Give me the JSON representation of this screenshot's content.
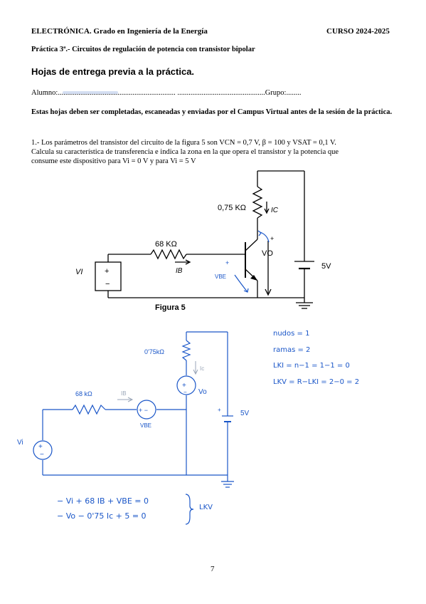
{
  "header": {
    "course_title": "ELECTRÓNICA. Grado en Ingeniería de la Energía",
    "course_year": "CURSO 2024-2025",
    "practice_title": "Práctica 3ª.- Circuitos de regulación de potencia con transistor bipolar",
    "section_title": "Hojas de entrega previa a la práctica."
  },
  "form": {
    "student_label": "Alumno:",
    "student_dots": "...............................................................    ...............................................",
    "group_label": "Grupo:",
    "group_dots": "........"
  },
  "instructions": "Estas hojas deben ser completadas, escaneadas y enviadas por el Campus Virtual antes de la sesión de la práctica.",
  "question1": {
    "line1": "1.- Los parámetros del transistor del circuito de la figura 5 son VCN = 0,7 V, β = 100 y VSAT = 0,1 V.",
    "line2": "Calcula su característica de transferencia e indica la zona en la que opera el transistor y la potencia que",
    "line3": "consume este dispositivo para Vi = 0 V y para Vi = 5 V"
  },
  "figure5": {
    "caption": "Figura 5",
    "rc_label": "0,75 KΩ",
    "rb_label": "68 KΩ",
    "ic_label": "IC",
    "ib_label": "IB",
    "vo_label": "VO",
    "vbe_label": "VBE",
    "vi_label": "VI",
    "vcc_label": "5V",
    "plus": "+",
    "minus": "−"
  },
  "handwritten": {
    "circuit": {
      "rc_label": "0'75kΩ",
      "rb_label": "68 kΩ",
      "ic_label": "Ic",
      "ib_label": "IB",
      "vo_label": "Vo",
      "vbe_label": "VBE",
      "vi_label": "Vi",
      "vcc_label": "5V",
      "src_plus_minus": "+ −"
    },
    "notes": {
      "nodos": "nudos = 1",
      "ramas": "ramas = 2",
      "lki": "LKI = n−1 = 1−1 = 0",
      "lkv": "LKV = R−LKI = 2−0 = 2"
    },
    "equations": {
      "eq1": "− Vi + 68 IB + VBE = 0",
      "eq2": "− Vo − 0'75 Ic + 5 = 0",
      "tag": "LKV"
    }
  },
  "footer": {
    "page_number": "7"
  }
}
